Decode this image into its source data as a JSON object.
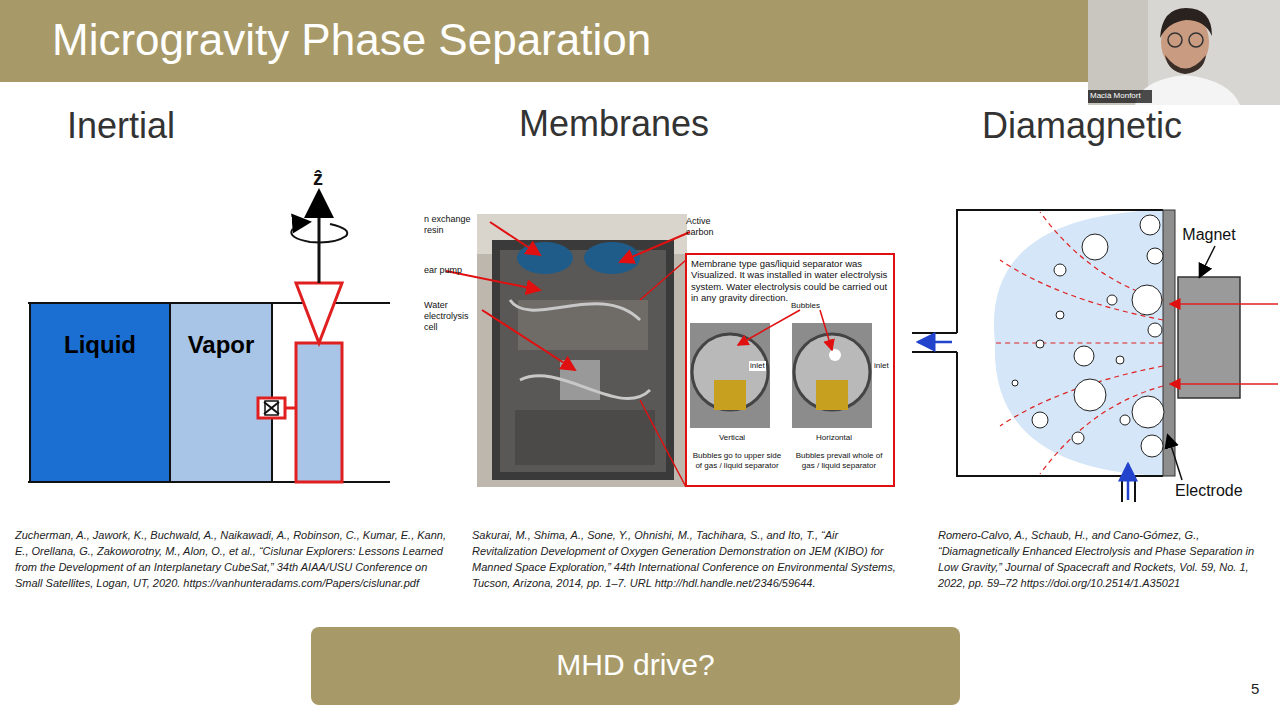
{
  "diagram": {
    "title": "Microgravity Phase Separation",
    "nodes": [
      {
        "text": [
          "Liquid"
        ]
      },
      {
        "text": [
          "Vapor"
        ]
      },
      {
        "text": [
          "Membrane type gas/liquid separator was Visualized. It was installed in water electrolysis system. Water electrolysis could be carried out in any gravity direction.",
          "Bubbles",
          "inlet",
          "inlet",
          "Vertical",
          "Horizontal",
          "Bubbles go to upper side of gas / liquid separator",
          "Bubbles prevail whole of gas / liquid separator"
        ]
      },
      {
        "text": [
          "Magnet"
        ]
      },
      {
        "text": [
          "MHD drive?"
        ]
      }
    ],
    "labels": [
      "Inertial",
      "Membranes",
      "Diamagnetic",
      "ẑ",
      "n exchange resin",
      "ear pump",
      "Water electrolysis cell",
      "Active carbon",
      "Electrode",
      "Zucherman, A., Jawork, K., Buchwald, A., Naikawadi, A., Robinson, C., Kumar, E., Kann, E., Orellana, G., Zakoworotny, M., Alon, O., et al., “Cislunar Explorers: Lessons Learned from the Development of an Interplanetary CubeSat,” 34th AIAA/USU Conference on Small Satellites, Logan, UT, 2020. https://vanhunteradams.com/Papers/cislunar.pdf",
      "Sakurai, M., Shima, A., Sone, Y., Ohnishi, M., Tachihara, S., and Ito, T., “Air Revitalization Development of Oxygen Generation Demonstration on JEM (KIBO) for Manned Space Exploration,” 44th International Conference on Environmental Systems, Tucson, Arizona, 2014, pp. 1–7. URL http://hdl.handle.net/2346/59644.",
      "Romero-Calvo, A., Schaub, H., and Cano-Gómez, G., “Diamagnetically Enhanced Electrolysis and Phase Separation in Low Gravity,” Journal of Spacecraft and Rockets, Vol. 59, No. 1, 2022, pp. 59–72 https://doi.org/10.2514/1.A35021",
      "5",
      "Macià Monfort"
    ]
  }
}
